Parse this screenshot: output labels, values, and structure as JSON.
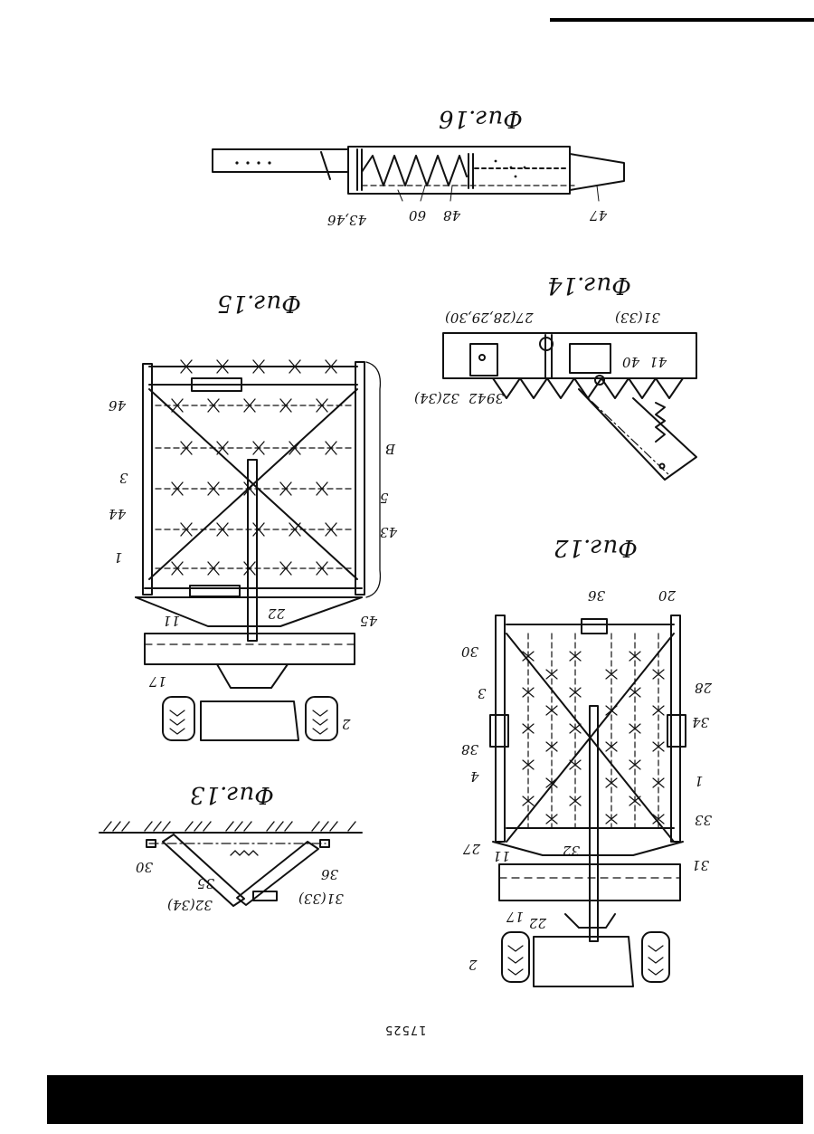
{
  "page_number": "17525",
  "figures": {
    "fig12": {
      "caption": "Фиг.12",
      "labels": [
        "2",
        "22",
        "17",
        "31",
        "11",
        "27",
        "32",
        "33",
        "1",
        "4",
        "38",
        "3",
        "30",
        "34",
        "28",
        "20",
        "36"
      ]
    },
    "fig13": {
      "caption": "Фиг.13",
      "labels": [
        "31(33)",
        "36",
        "35",
        "32(34)",
        "30"
      ]
    },
    "fig14": {
      "caption": "Фиг.14",
      "labels": [
        "41",
        "40",
        "39",
        "42",
        "32(34)",
        "31(33)",
        "27(28,29,30)"
      ]
    },
    "fig15": {
      "caption": "Фиг.15",
      "labels": [
        "2",
        "17",
        "45",
        "22",
        "11",
        "1",
        "44",
        "43",
        "5",
        "3",
        "B",
        "46"
      ]
    },
    "fig16": {
      "caption": "Фиг.16",
      "labels": [
        "47",
        "48",
        "60",
        "43,46"
      ]
    }
  }
}
